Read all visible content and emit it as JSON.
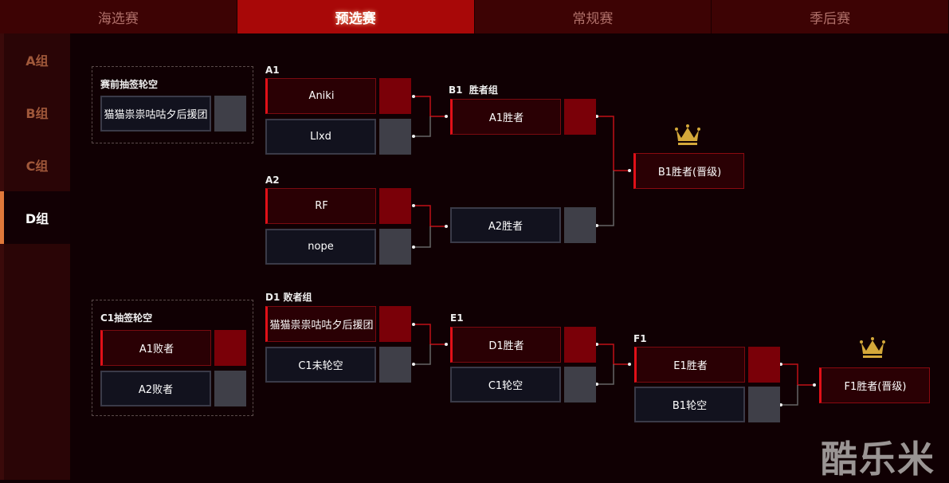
{
  "tabs": [
    "海选赛",
    "预选赛",
    "常规赛",
    "季后赛"
  ],
  "sidebar": [
    "A组",
    "B组",
    "C组",
    "D组"
  ],
  "bracket": {
    "bye_pre": {
      "label": "赛前抽签轮空",
      "team": "猫猫祟祟咕咕夕后援团"
    },
    "a1": {
      "label": "A1",
      "t1": "Aniki",
      "t2": "Llxd"
    },
    "a2": {
      "label": "A2",
      "t1": "RF",
      "t2": "nope"
    },
    "b1": {
      "label": "B1  胜者组",
      "t1": "A1胜者",
      "t2": "A2胜者",
      "winner": "B1胜者(晋级)"
    },
    "c1": {
      "label": "C1抽签轮空",
      "t1": "A1败者",
      "t2": "A2败者"
    },
    "d1": {
      "label": "D1 败者组",
      "t1": "猫猫祟祟咕咕夕后援团",
      "t2": "C1未轮空"
    },
    "e1": {
      "label": "E1",
      "t1": "D1胜者",
      "t2": "C1轮空"
    },
    "f1": {
      "label": "F1",
      "t1": "E1胜者",
      "t2": "B1轮空",
      "winner": "F1胜者(晋级)"
    }
  },
  "watermark": "酷乐米"
}
